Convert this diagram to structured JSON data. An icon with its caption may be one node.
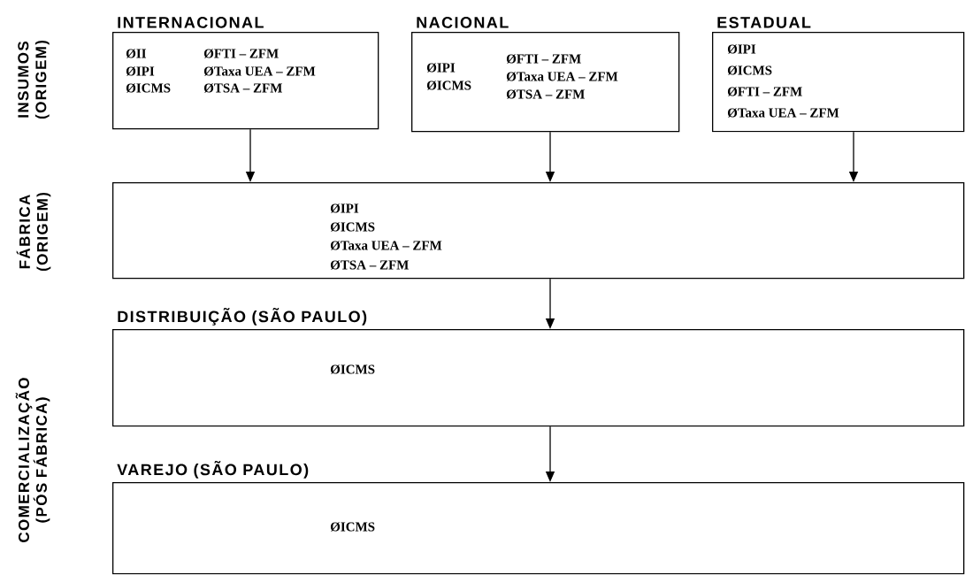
{
  "diagram": {
    "nodes": [
      {
        "text": [
          "INTERNACIONAL",
          "ØII",
          "ØIPI",
          "ØICMS",
          "ØFTI – ZFM",
          "ØTaxa UEA – ZFM",
          "ØTSA – ZFM"
        ]
      },
      {
        "text": [
          "NACIONAL",
          "ØIPI",
          "ØICMS",
          "ØFTI – ZFM",
          "ØTaxa UEA – ZFM",
          "ØTSA – ZFM"
        ]
      },
      {
        "text": [
          "ESTADUAL",
          "ØIPI",
          "ØICMS",
          "ØFTI – ZFM",
          "ØTaxa UEA – ZFM"
        ]
      },
      {
        "text": [
          "ØIPI",
          "ØICMS",
          "ØTaxa UEA – ZFM",
          "ØTSA – ZFM"
        ]
      },
      {
        "text": [
          "DISTRIBUIÇÃO (SÃO PAULO)",
          "ØICMS"
        ]
      },
      {
        "text": [
          "VAREJO (SÃO PAULO)",
          "ØICMS"
        ]
      }
    ],
    "edges": [
      {
        "from": 0,
        "to": 3,
        "arrow": "to"
      },
      {
        "from": 1,
        "to": 3,
        "arrow": "to"
      },
      {
        "from": 2,
        "to": 3,
        "arrow": "to"
      },
      {
        "from": 3,
        "to": 4,
        "arrow": "to"
      },
      {
        "from": 4,
        "to": 5,
        "arrow": "to"
      }
    ],
    "labels": [
      "INSUMOS (ORIGEM)",
      "FÁBRICA (ORIGEM)",
      "COMERCIALIZAÇÃO (PÓS FÁBRICA)"
    ]
  }
}
